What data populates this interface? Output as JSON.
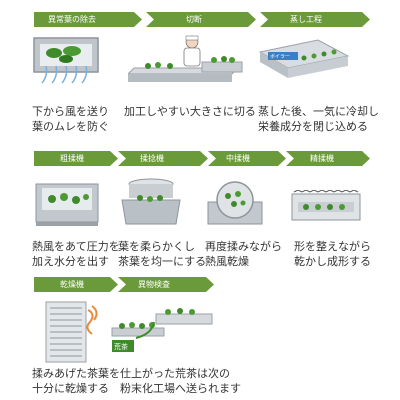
{
  "diagram": {
    "steps": [
      {
        "title": "異常葉の除去",
        "description": "下から風を送り\n葉のムレを防ぐ",
        "icon": "leaf-sorting-fan-icon"
      },
      {
        "title": "切断",
        "description": "加工しやすい大きさに切る",
        "icon": "worker-cutting-conveyor-icon"
      },
      {
        "title": "蒸し工程",
        "description": "蒸した後、一気に冷却し\n栄養成分を閉じ込める",
        "icon": "steamer-conveyor-icon"
      },
      {
        "title": "粗揉機",
        "description": "熱風をあて圧力を\n加え水分を出す",
        "icon": "rough-rolling-machine-icon"
      },
      {
        "title": "揉捻機",
        "description": "葉を柔らかくし\n茶葉を均一にする",
        "icon": "rolling-machine-icon"
      },
      {
        "title": "中揉機",
        "description": "再度揉みながら\n熱風乾燥",
        "icon": "medium-rolling-drum-icon"
      },
      {
        "title": "精揉機",
        "description": "形を整えながら\n乾かし成形する",
        "icon": "fine-rolling-tray-icon"
      },
      {
        "title": "乾燥機",
        "description": "揉みあげた茶葉を\n十分に乾燥する",
        "icon": "dryer-cabinet-icon"
      },
      {
        "title": "異物検査",
        "description": "仕上がった荒茶は次の\n粉末化工場へ送られます",
        "icon": "inspection-conveyor-icon"
      }
    ],
    "boiler_label": "ボイラー",
    "product_label": "荒茶"
  },
  "colors": {
    "banner": "#6a9a3a",
    "leaf": "#3f8a2a",
    "steel": "#c9ced3"
  }
}
